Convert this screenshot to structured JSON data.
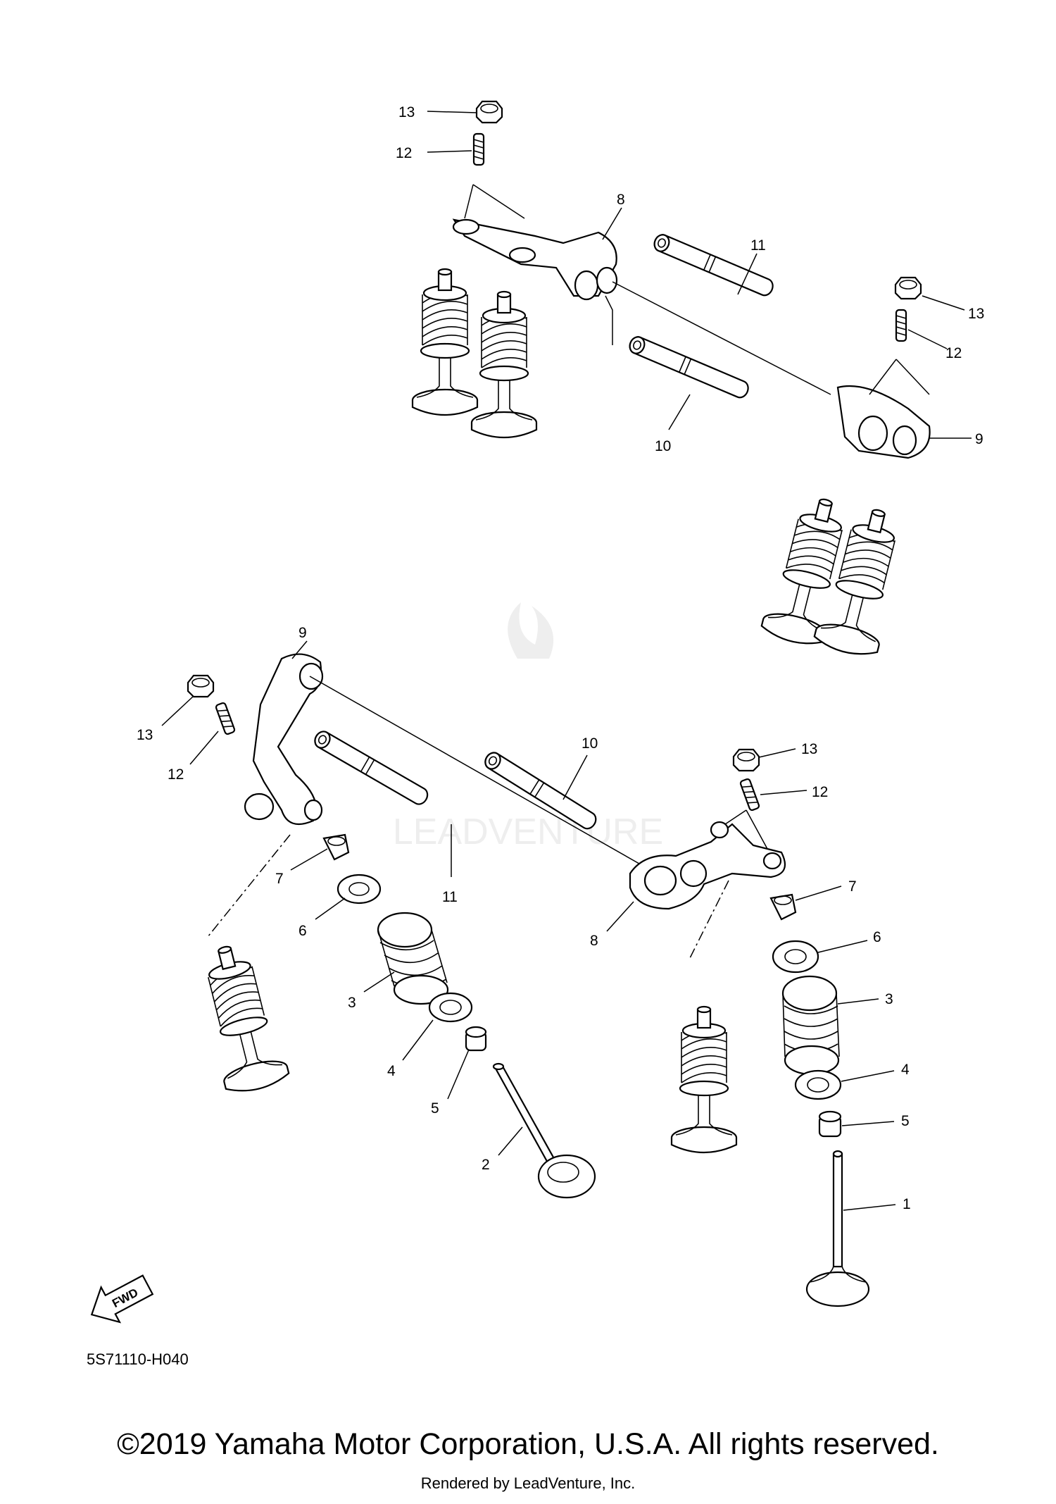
{
  "diagram": {
    "code": "5S71110-H040",
    "fwd_label": "FWD",
    "watermark": "LEADVENTURE",
    "callouts": {
      "upper": {
        "c13a": "13",
        "c12a": "12",
        "c8": "8",
        "c11": "11",
        "c10": "10",
        "c13b": "13",
        "c12b": "12",
        "c9": "9"
      },
      "lower": {
        "c9": "9",
        "c13a": "13",
        "c12a": "12",
        "c10": "10",
        "c11": "11",
        "c7a": "7",
        "c6a": "6",
        "c3a": "3",
        "c4a": "4",
        "c5a": "5",
        "c2": "2",
        "c13b": "13",
        "c12b": "12",
        "c8": "8",
        "c7b": "7",
        "c6b": "6",
        "c3b": "3",
        "c4b": "4",
        "c5b": "5",
        "c1": "1"
      }
    }
  },
  "footer": {
    "copyright": "©2019 Yamaha Motor Corporation, U.S.A. All rights reserved.",
    "rendered_by": "Rendered by LeadVenture, Inc."
  }
}
